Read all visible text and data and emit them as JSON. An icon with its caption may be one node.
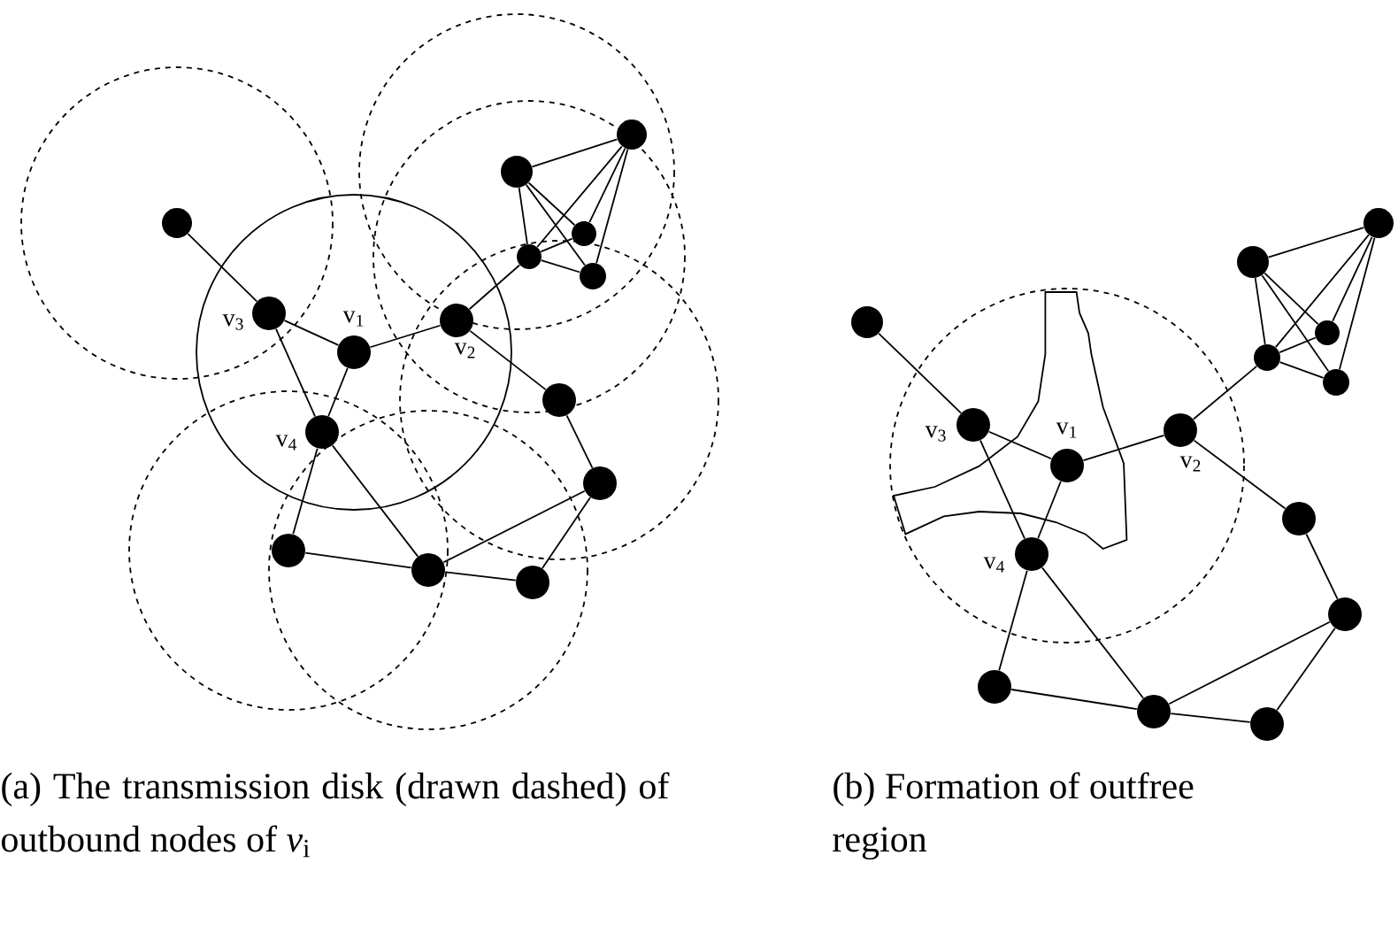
{
  "diagram": {
    "nodes": [
      {
        "text": [],
        "shape": "circle"
      },
      {
        "text": [],
        "shape": "circle",
        "beside": [
          "v$_{3}$"
        ]
      },
      {
        "text": [],
        "shape": "circle",
        "beside": [
          "v$_{1}$"
        ]
      },
      {
        "text": [],
        "shape": "circle",
        "beside": [
          "v$_{2}$"
        ]
      },
      {
        "text": [],
        "shape": "circle",
        "beside": [
          "v$_{4}$"
        ]
      },
      {
        "text": [],
        "shape": "circle"
      },
      {
        "text": [],
        "shape": "circle"
      },
      {
        "text": [],
        "shape": "circle"
      },
      {
        "text": [],
        "shape": "circle"
      },
      {
        "text": [],
        "shape": "circle"
      },
      {
        "text": [],
        "shape": "circle"
      },
      {
        "text": [],
        "shape": "circle"
      },
      {
        "text": [],
        "shape": "circle"
      },
      {
        "text": [],
        "shape": "circle"
      },
      {
        "text": [],
        "shape": "circle"
      },
      {
        "text": [],
        "shape": "circle"
      },
      {
        "text": [],
        "shape": "circle",
        "beside": [
          "v$_{3}$"
        ]
      },
      {
        "text": [],
        "shape": "circle",
        "beside": [
          "v$_{1}$"
        ]
      },
      {
        "text": [],
        "shape": "circle",
        "beside": [
          "v$_{2}$"
        ]
      },
      {
        "text": [],
        "shape": "circle",
        "beside": [
          "v$_{4}$"
        ]
      },
      {
        "text": [],
        "shape": "circle"
      },
      {
        "text": [],
        "shape": "circle"
      },
      {
        "text": [],
        "shape": "circle"
      },
      {
        "text": [],
        "shape": "circle"
      },
      {
        "text": [],
        "shape": "circle"
      },
      {
        "text": [],
        "shape": "circle"
      },
      {
        "text": [],
        "shape": "circle"
      },
      {
        "text": [],
        "shape": "circle"
      },
      {
        "text": [],
        "shape": "circle"
      },
      {
        "text": [],
        "shape": "circle"
      }
    ],
    "edges": [
      {
        "from": 0,
        "to": 1,
        "arrow": "none"
      },
      {
        "from": 1,
        "to": 2,
        "arrow": "none"
      },
      {
        "from": 2,
        "to": 3,
        "arrow": "none"
      },
      {
        "from": 1,
        "to": 4,
        "arrow": "none"
      },
      {
        "from": 2,
        "to": 4,
        "arrow": "none"
      },
      {
        "from": 4,
        "to": 14,
        "arrow": "none"
      },
      {
        "from": 4,
        "to": 13,
        "arrow": "none"
      },
      {
        "from": 3,
        "to": 9,
        "arrow": "none"
      },
      {
        "from": 3,
        "to": 10,
        "arrow": "none"
      },
      {
        "from": 10,
        "to": 11,
        "arrow": "none"
      },
      {
        "from": 11,
        "to": 13,
        "arrow": "none"
      },
      {
        "from": 11,
        "to": 12,
        "arrow": "none"
      },
      {
        "from": 12,
        "to": 13,
        "arrow": "none"
      },
      {
        "from": 14,
        "to": 13,
        "arrow": "none"
      },
      {
        "from": 5,
        "to": 6,
        "arrow": "none"
      },
      {
        "from": 5,
        "to": 9,
        "arrow": "none"
      },
      {
        "from": 5,
        "to": 7,
        "arrow": "none"
      },
      {
        "from": 5,
        "to": 8,
        "arrow": "none"
      },
      {
        "from": 6,
        "to": 9,
        "arrow": "none"
      },
      {
        "from": 6,
        "to": 7,
        "arrow": "none"
      },
      {
        "from": 6,
        "to": 8,
        "arrow": "none"
      },
      {
        "from": 9,
        "to": 7,
        "arrow": "none"
      },
      {
        "from": 9,
        "to": 8,
        "arrow": "none"
      },
      {
        "from": 15,
        "to": 16,
        "arrow": "none"
      },
      {
        "from": 16,
        "to": 17,
        "arrow": "none"
      },
      {
        "from": 17,
        "to": 18,
        "arrow": "none"
      },
      {
        "from": 16,
        "to": 19,
        "arrow": "none"
      },
      {
        "from": 17,
        "to": 19,
        "arrow": "none"
      },
      {
        "from": 19,
        "to": 29,
        "arrow": "none"
      },
      {
        "from": 19,
        "to": 28,
        "arrow": "none"
      },
      {
        "from": 18,
        "to": 24,
        "arrow": "none"
      },
      {
        "from": 18,
        "to": 25,
        "arrow": "none"
      },
      {
        "from": 25,
        "to": 26,
        "arrow": "none"
      },
      {
        "from": 26,
        "to": 28,
        "arrow": "none"
      },
      {
        "from": 26,
        "to": 27,
        "arrow": "none"
      },
      {
        "from": 27,
        "to": 28,
        "arrow": "none"
      },
      {
        "from": 29,
        "to": 28,
        "arrow": "none"
      },
      {
        "from": 20,
        "to": 21,
        "arrow": "none"
      },
      {
        "from": 20,
        "to": 24,
        "arrow": "none"
      },
      {
        "from": 20,
        "to": 22,
        "arrow": "none"
      },
      {
        "from": 20,
        "to": 23,
        "arrow": "none"
      },
      {
        "from": 21,
        "to": 24,
        "arrow": "none"
      },
      {
        "from": 21,
        "to": 22,
        "arrow": "none"
      },
      {
        "from": 21,
        "to": 23,
        "arrow": "none"
      },
      {
        "from": 24,
        "to": 22,
        "arrow": "none"
      },
      {
        "from": 24,
        "to": 23,
        "arrow": "none"
      }
    ],
    "labels": [
      "(a) The transmission disk (drawn dashed) of outbound nodes of *v*$_{i}$",
      "(b) Formation of outfree region"
    ]
  }
}
